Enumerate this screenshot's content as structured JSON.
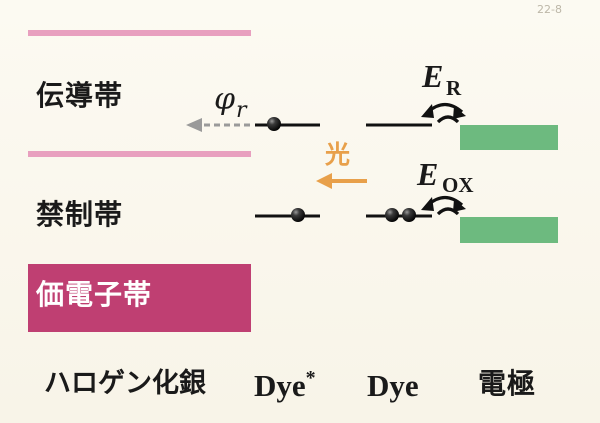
{
  "scan_mark": "22-8",
  "bands": {
    "conduction": "伝導帯",
    "forbidden": "禁制帯",
    "valence": "価電子帯"
  },
  "x_labels": {
    "silver_halide": "ハロゲン化銀",
    "dye_excited_base": "Dye",
    "dye_excited_star": "*",
    "dye": "Dye",
    "electrode": "電極"
  },
  "symbols": {
    "phi": "φ",
    "phi_sub": "r",
    "er": "E",
    "er_sub": "R",
    "eox": "E",
    "eox_sub": "OX",
    "light": "光"
  },
  "colors": {
    "band_edge_pink": "#e8a0bf",
    "valence_fill": "#bf3f72",
    "electrode_green": "#6dba7f",
    "light_orange": "#e8a04a",
    "phi_arrow_gray": "#9a9a9a",
    "ink": "#1a1a1a"
  },
  "icons": {
    "electron": "black-sphere",
    "arrow_left": "leftward-arrow",
    "curved_arrow": "double-headed-curved-arrow"
  }
}
